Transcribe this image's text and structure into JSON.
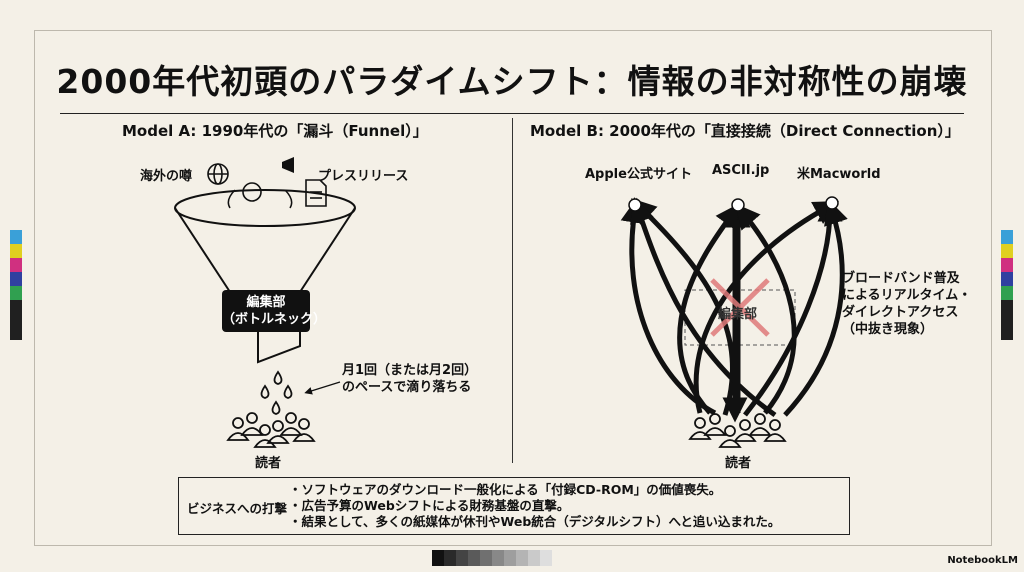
{
  "title": "2000年代初頭のパラダイムシフト：情報の非対称性の崩壊",
  "model_a": {
    "heading": "Model A: 1990年代の「漏斗（Funnel）」",
    "source_rumor": "海外の噂",
    "source_press": "プレスリリース",
    "bottleneck_line1": "編集部",
    "bottleneck_line2": "（ボトルネック）",
    "drip_line1": "月1回（または月2回）",
    "drip_line2": "のペースで滴り落ちる",
    "readers": "読者",
    "icons": [
      "globe-icon",
      "megaphone-icon",
      "document-icon",
      "droplet-icon",
      "people-icon"
    ]
  },
  "model_b": {
    "heading": "Model B: 2000年代の「直接接続（Direct Connection）」",
    "sources": [
      "Apple公式サイト",
      "ASCII.jp",
      "米Macworld"
    ],
    "editorial": "編集部",
    "note": [
      "ブロードバンド普及",
      "によるリアルタイム・",
      "ダイレクトアクセス",
      "（中抜き現象）"
    ],
    "readers": "読者",
    "x_color": "#e07a7a"
  },
  "impact": {
    "label": "ビジネスへの打撃",
    "items": [
      "・ソフトウェアのダウンロード一般化による「付録CD-ROM」の価値喪失。",
      "・広告予算のWebシフトによる財務基盤の直撃。",
      "・結果として、多くの紙媒体が休刊やWeb統合（デジタルシフト）へと追い込まれた。"
    ]
  },
  "color_bars": [
    "#3aa0d8",
    "#e0d020",
    "#d03080",
    "#3040a0",
    "#30a050",
    "#202020"
  ],
  "grays": [
    "#111",
    "#2a2a2a",
    "#444",
    "#5a5a5a",
    "#707070",
    "#888",
    "#9e9e9e",
    "#b4b4b4",
    "#caca",
    "#dedede"
  ],
  "brand": "NotebookLM"
}
